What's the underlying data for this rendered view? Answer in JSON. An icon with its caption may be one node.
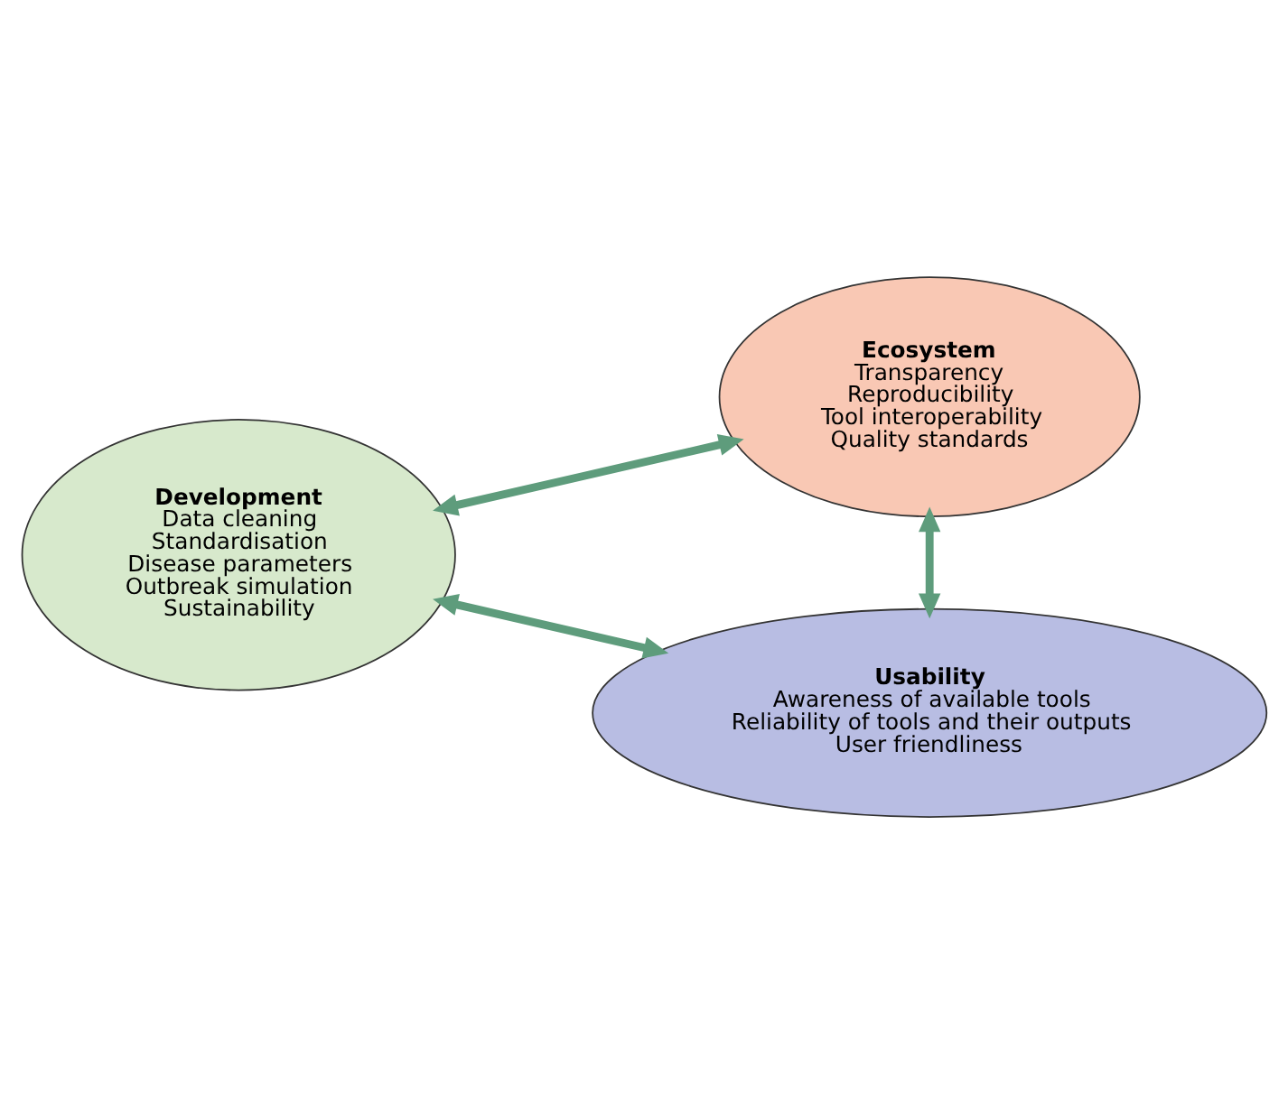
{
  "diagram": {
    "nodes": [
      {
        "text": [
          "Development",
          "Data cleaning",
          "Standardisation",
          "Disease parameters",
          "Outbreak simulation",
          "Sustainability"
        ]
      },
      {
        "text": [
          "Ecosystem",
          "Transparency",
          "Reproducibility",
          "Tool interoperability",
          "Quality standards"
        ]
      },
      {
        "text": [
          "Usability",
          "Awareness of available tools",
          "Reliability of tools and their outputs",
          "User friendliness"
        ]
      }
    ],
    "edges": [
      {
        "from": 0,
        "to": 1,
        "arrow": "both"
      },
      {
        "from": 1,
        "to": 2,
        "arrow": "both"
      },
      {
        "from": 0,
        "to": 2,
        "arrow": "both"
      }
    ]
  }
}
